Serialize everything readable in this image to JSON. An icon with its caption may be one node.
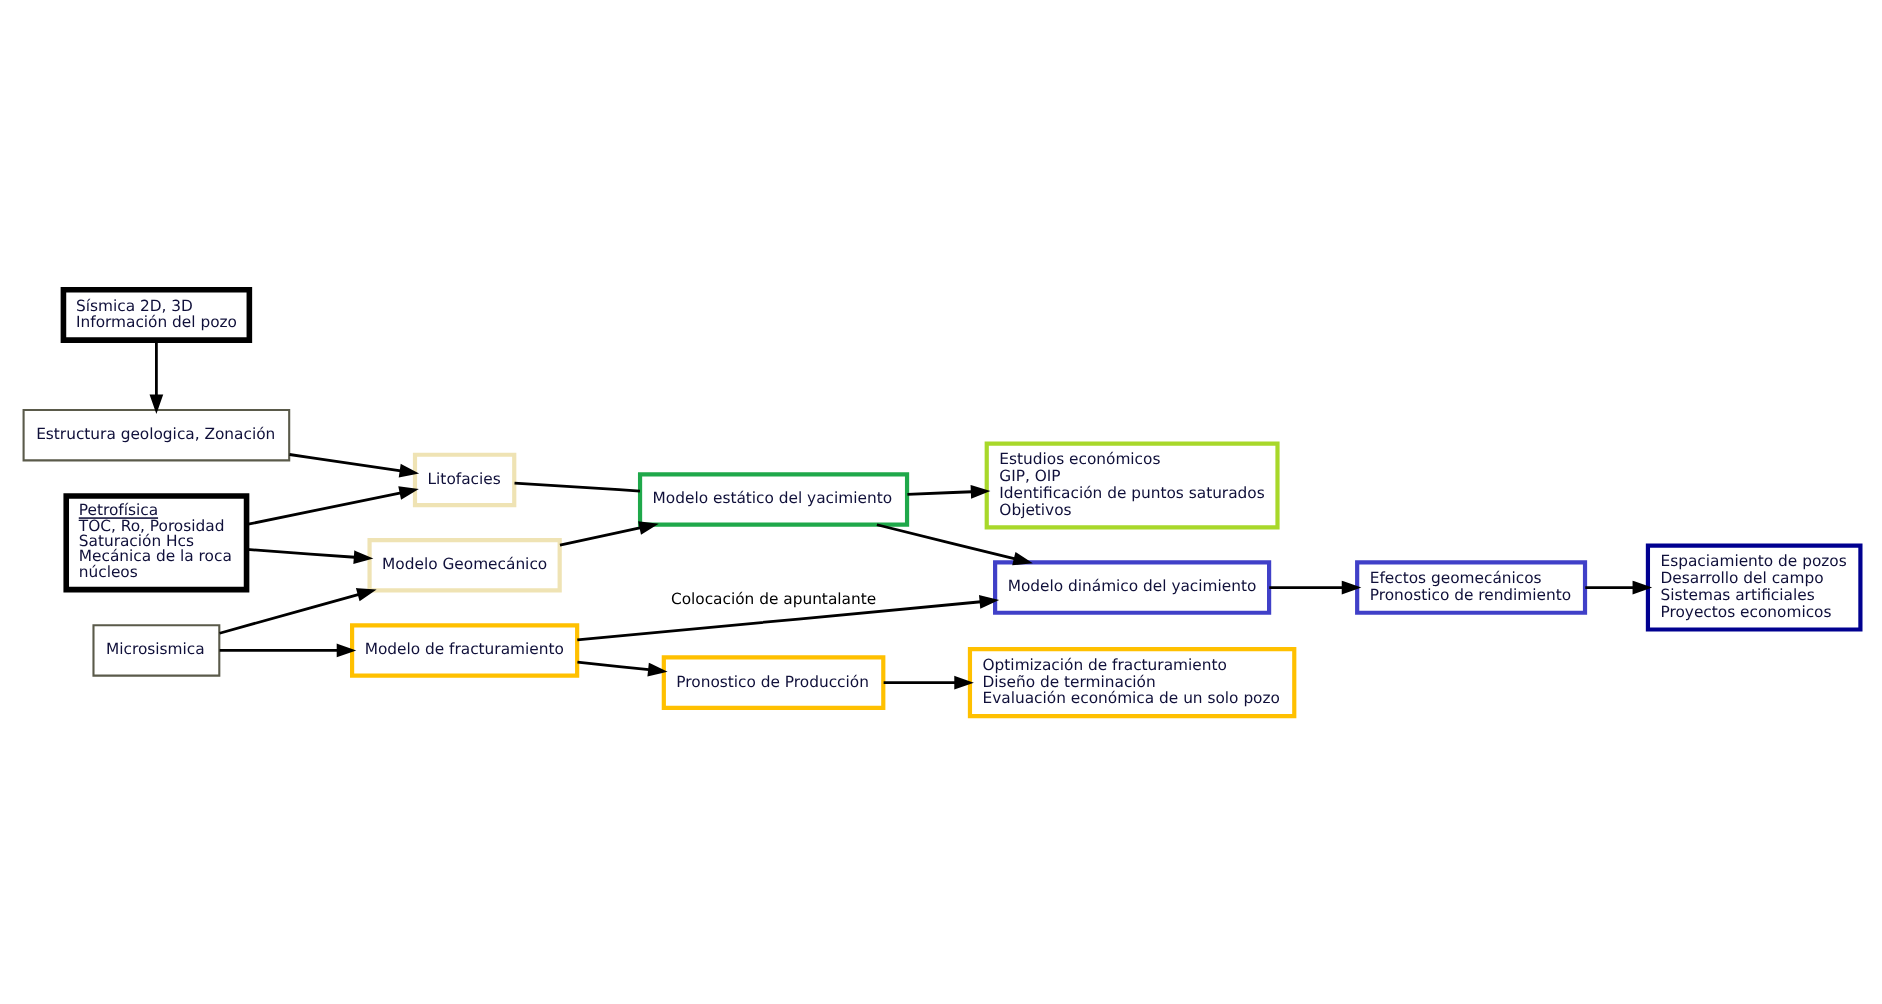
{
  "diagram": {
    "nodes": [
      {
        "text": [
          "Sísmica 2D, 3D",
          "Información del pozo"
        ]
      },
      {
        "text": [
          "Estructura geologica, Zonación"
        ]
      },
      {
        "text": [
          "Petrofísica",
          "TOC, Ro, Porosidad",
          "Saturación Hcs",
          "Mecánica de la roca",
          "núcleos"
        ]
      },
      {
        "text": [
          "Microsismica"
        ]
      },
      {
        "text": [
          "Litofacies"
        ]
      },
      {
        "text": [
          "Modelo Geomecánico"
        ]
      },
      {
        "text": [
          "Modelo de fracturamiento"
        ]
      },
      {
        "text": [
          "Modelo estático del yacimiento"
        ]
      },
      {
        "text": [
          "Estudios económicos",
          "GIP, OIP",
          "Identificación de puntos saturados",
          "Objetivos"
        ]
      },
      {
        "text": [
          "Modelo dinámico del yacimiento"
        ]
      },
      {
        "text": [
          "Efectos geomecánicos",
          "Pronostico de rendimiento"
        ]
      },
      {
        "text": [
          "Espaciamiento de pozos",
          "Desarrollo del campo",
          "Sistemas artificiales",
          "Proyectos economicos"
        ]
      },
      {
        "text": [
          "Pronostico de Producción"
        ]
      },
      {
        "text": [
          "Optimización de fracturamiento",
          "Diseño de terminación",
          "Evaluación económica de un solo pozo"
        ]
      }
    ],
    "edges": [
      {
        "from": 0,
        "to": 1,
        "arrow": "to"
      },
      {
        "from": 1,
        "to": 4,
        "arrow": "to"
      },
      {
        "from": 2,
        "to": 4,
        "arrow": "to"
      },
      {
        "from": 2,
        "to": 5,
        "arrow": "to"
      },
      {
        "from": 3,
        "to": 5,
        "arrow": "to"
      },
      {
        "from": 3,
        "to": 6,
        "arrow": "to"
      },
      {
        "from": 4,
        "to": 7,
        "arrow": "none"
      },
      {
        "from": 5,
        "to": 7,
        "arrow": "to"
      },
      {
        "from": 7,
        "to": 8,
        "arrow": "to"
      },
      {
        "from": 7,
        "to": 9,
        "arrow": "to"
      },
      {
        "from": 9,
        "to": 10,
        "arrow": "to"
      },
      {
        "from": 10,
        "to": 11,
        "arrow": "to"
      },
      {
        "from": 6,
        "to": 9,
        "arrow": "to",
        "label": "Colocación de apuntalante"
      },
      {
        "from": 6,
        "to": 12,
        "arrow": "to"
      },
      {
        "from": 12,
        "to": 13,
        "arrow": "to"
      }
    ]
  }
}
